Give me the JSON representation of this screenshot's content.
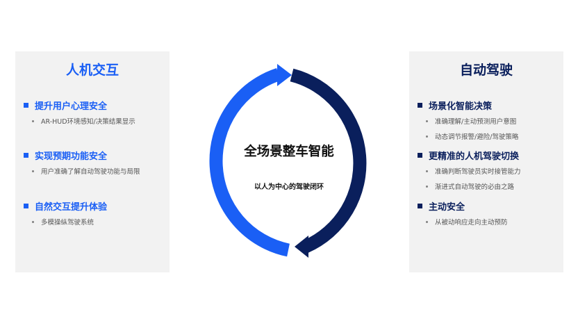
{
  "left_panel": {
    "title": "人机交互",
    "sections": [
      {
        "title": "提升用户心理安全",
        "items": [
          "AR-HUD环境感知/决策结果显示"
        ]
      },
      {
        "title": "实现预期功能安全",
        "items": [
          "用户准确了解自动驾驶功能与局限"
        ]
      },
      {
        "title": "自然交互提升体验",
        "items": [
          "多模操纵驾驶系统"
        ]
      }
    ]
  },
  "right_panel": {
    "title": "自动驾驶",
    "sections": [
      {
        "title": "场景化智能决策",
        "items": [
          "准确理解/主动预测用户意图",
          "动态调节报警/避险/驾驶策略"
        ]
      },
      {
        "title": "更精准的人机驾驶切换",
        "items": [
          "准确判断驾驶员实时接管能力",
          "渐进式自动驾驶的必由之路"
        ]
      },
      {
        "title": "主动安全",
        "items": [
          "从被动响应走向主动预防"
        ]
      }
    ]
  },
  "center": {
    "title": "全场景整车智能",
    "subtitle": "以人为中心的驾驶闭环"
  },
  "colors": {
    "blue": "#1a5ff5",
    "navy": "#0a1f5c",
    "panel_bg": "#f2f2f2"
  }
}
